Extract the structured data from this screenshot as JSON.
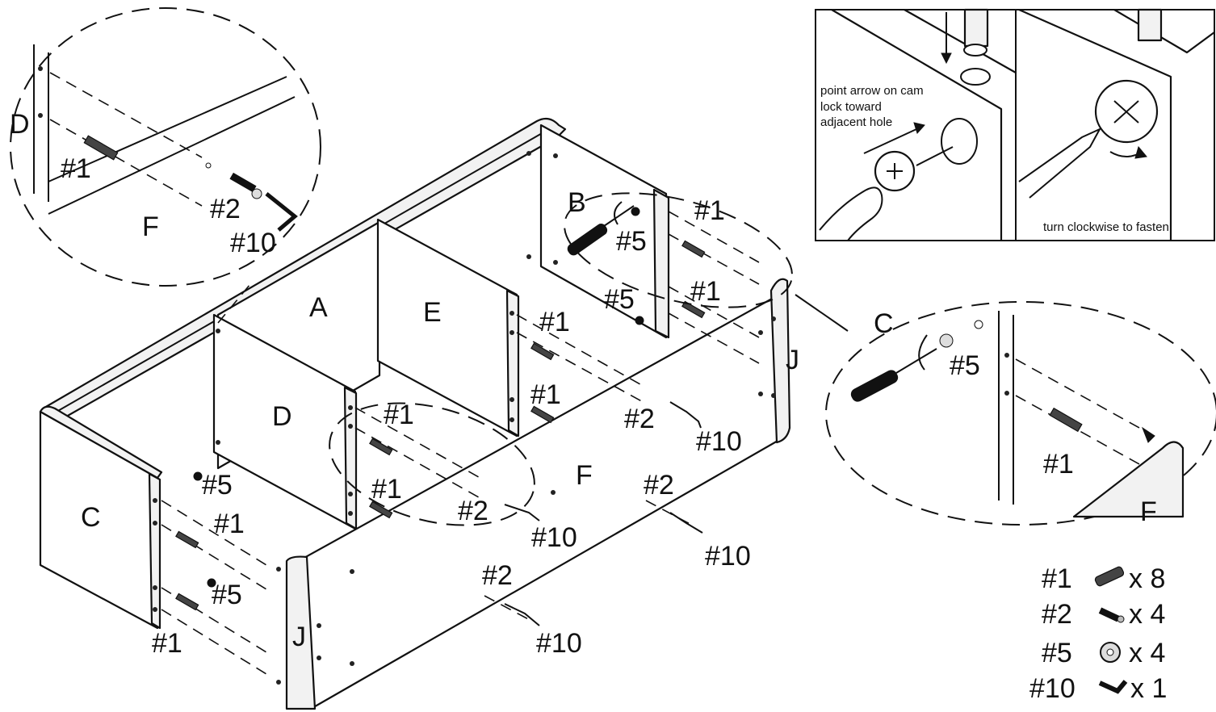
{
  "panels": {
    "A": "A",
    "B": "B",
    "C": "C",
    "D": "D",
    "E": "E",
    "F": "F",
    "J": "J"
  },
  "hardware_tags": {
    "h1": "#1",
    "h2": "#2",
    "h5": "#5",
    "h10": "#10"
  },
  "inset_top_left": {
    "panel_d": "D",
    "panel_f": "F",
    "tag_1": "#1",
    "tag_2": "#2",
    "tag_10": "#10"
  },
  "inset_right": {
    "panel_c": "C",
    "panel_f": "F",
    "tag_5": "#5",
    "tag_1": "#1"
  },
  "cam_instructions": {
    "step_1": "point arrow on cam lock toward adjacent hole",
    "step_1_lines": [
      "point arrow on cam",
      "lock toward",
      "adjacent hole"
    ],
    "step_2": "turn clockwise to fasten"
  },
  "parts_legend": [
    {
      "code": "#1",
      "qty": "x 8",
      "icon": "wood-dowel-icon"
    },
    {
      "code": "#2",
      "qty": "x 4",
      "icon": "cam-bolt-icon"
    },
    {
      "code": "#5",
      "qty": "x 4",
      "icon": "cam-lock-icon"
    },
    {
      "code": "#10",
      "qty": "x 1",
      "icon": "allen-key-icon"
    }
  ]
}
